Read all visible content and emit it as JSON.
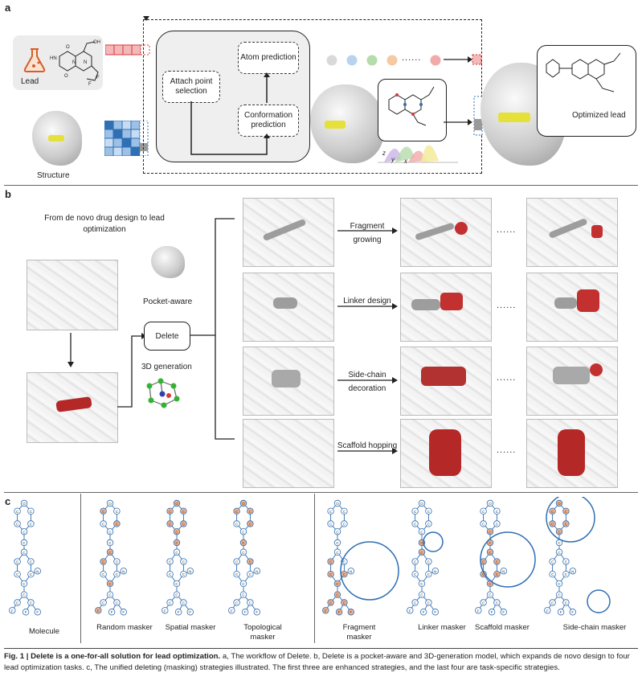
{
  "panels": {
    "a": "a",
    "b": "b",
    "c": "c"
  },
  "panel_a": {
    "lead": "Lead",
    "structure": "Structure",
    "attach_point": "Attach point selection",
    "atom_prediction": "Atom prediction",
    "conformation_prediction": "Conformation prediction",
    "optimized_lead": "Optimized lead",
    "axis_z": "z",
    "axis_y": "y",
    "axis_x": "x",
    "ellipsis": "......",
    "molecule_atoms": [
      "HN",
      "O",
      "N",
      "OH",
      "N",
      "O",
      "F",
      "F"
    ],
    "colors": {
      "red": "#d9393a",
      "blue": "#2f6fb4",
      "ring_colors": [
        "#d9d9d9",
        "#b9d3ee",
        "#b5dcab",
        "#f6c9a3",
        "#f2a9a9"
      ]
    }
  },
  "panel_b": {
    "intro": "From de novo drug design to lead optimization",
    "pocket_aware": "Pocket-aware",
    "delete": "Delete",
    "generation_3d": "3D generation",
    "tasks": [
      {
        "label": "Fragment growing"
      },
      {
        "label": "Linker design"
      },
      {
        "label": "Side-chain decoration"
      },
      {
        "label": "Scaffold hopping"
      }
    ],
    "ellipsis": "......"
  },
  "panel_c": {
    "labels": [
      "Molecule",
      "Random masker",
      "Spatial masker",
      "Topological masker",
      "Fragment masker",
      "Linker masker",
      "Scaffold masker",
      "Side-chain masker"
    ]
  },
  "caption": {
    "fig": "Fig. 1 | Delete is a one-for-all solution for lead optimization.",
    "text": " a, The workflow of Delete. b, Delete is a pocket-aware and 3D-generation model, which expands de novo design to four lead optimization tasks. c, The unified deleting (masking) strategies illustrated. The first three are enhanced strategies, and the last four are task-specific strategies."
  }
}
